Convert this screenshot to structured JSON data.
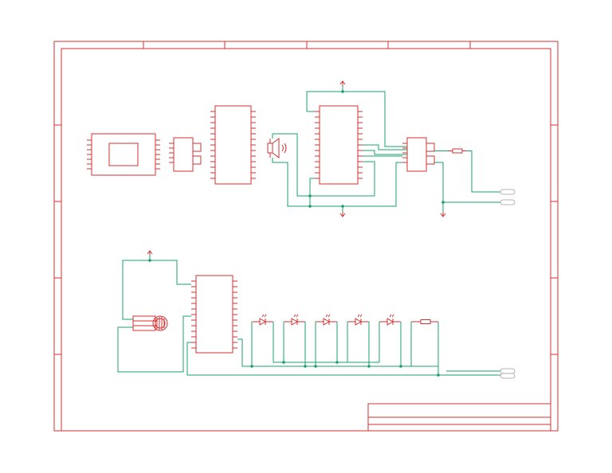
{
  "colors": {
    "symbol": "#d32f2f",
    "wire": "#1aa06d",
    "background": "#ffffff",
    "connector": "#9e9e9e"
  },
  "title_block": {
    "rows": 3,
    "text": []
  },
  "components": [
    {
      "name": "lcd-display",
      "kind": "display",
      "label": ""
    },
    {
      "name": "relay-module",
      "kind": "ic",
      "label": ""
    },
    {
      "name": "microcontroller-u1",
      "kind": "ic",
      "label": ""
    },
    {
      "name": "buzzer",
      "kind": "buzzer",
      "label": ""
    },
    {
      "name": "microcontroller-u2",
      "kind": "ic",
      "label": ""
    },
    {
      "name": "output-relay",
      "kind": "ic",
      "label": ""
    },
    {
      "name": "resistor-r1",
      "kind": "resistor",
      "label": ""
    },
    {
      "name": "microcontroller-u3",
      "kind": "ic",
      "label": ""
    },
    {
      "name": "ultrasonic-sensor",
      "kind": "sensor",
      "label": ""
    },
    {
      "name": "led-1",
      "kind": "led",
      "label": ""
    },
    {
      "name": "led-2",
      "kind": "led",
      "label": ""
    },
    {
      "name": "led-3",
      "kind": "led",
      "label": ""
    },
    {
      "name": "led-4",
      "kind": "led",
      "label": ""
    },
    {
      "name": "led-5",
      "kind": "led",
      "label": ""
    },
    {
      "name": "resistor-r2",
      "kind": "resistor",
      "label": ""
    }
  ],
  "power_symbols": [
    "vcc-top-u2",
    "gnd-bottom-u2",
    "gnd-r1",
    "vcc-u3"
  ],
  "connectors": [
    "terminal-top-1",
    "terminal-top-2",
    "terminal-bottom-1",
    "terminal-bottom-2"
  ]
}
